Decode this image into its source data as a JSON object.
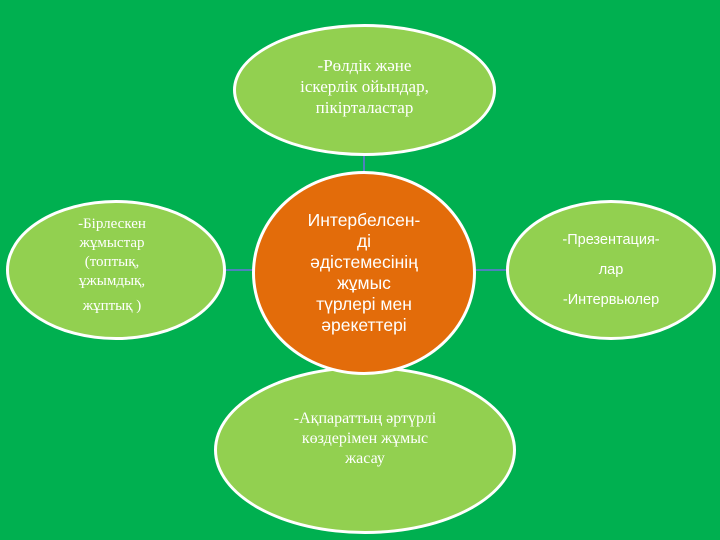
{
  "diagram": {
    "center": {
      "lines": [
        "Интербелсен-",
        "ді",
        "әдістемесінің",
        "жұмыс",
        "түрлері мен",
        "әрекеттері"
      ]
    },
    "top": {
      "lines": [
        "-Рөлдік және",
        "іскерлік ойындар,",
        "пікірталастар"
      ]
    },
    "right": {
      "lines": [
        "-Презентация-",
        "лар",
        "-Интервьюлер"
      ]
    },
    "left": {
      "lines": [
        "-Бірлескен",
        "жұмыстар",
        "(топтық,",
        "ұжымдық,",
        "жұптық )"
      ]
    },
    "bottom": {
      "lines": [
        "-Ақпараттың әртүрлі",
        "көздерімен жұмыс",
        "жасау"
      ]
    },
    "colors": {
      "background": "#00b050",
      "outer_fill": "#92d050",
      "center_fill": "#e36c0a",
      "connector": "#4f81bd",
      "outline": "#ffffff"
    }
  }
}
